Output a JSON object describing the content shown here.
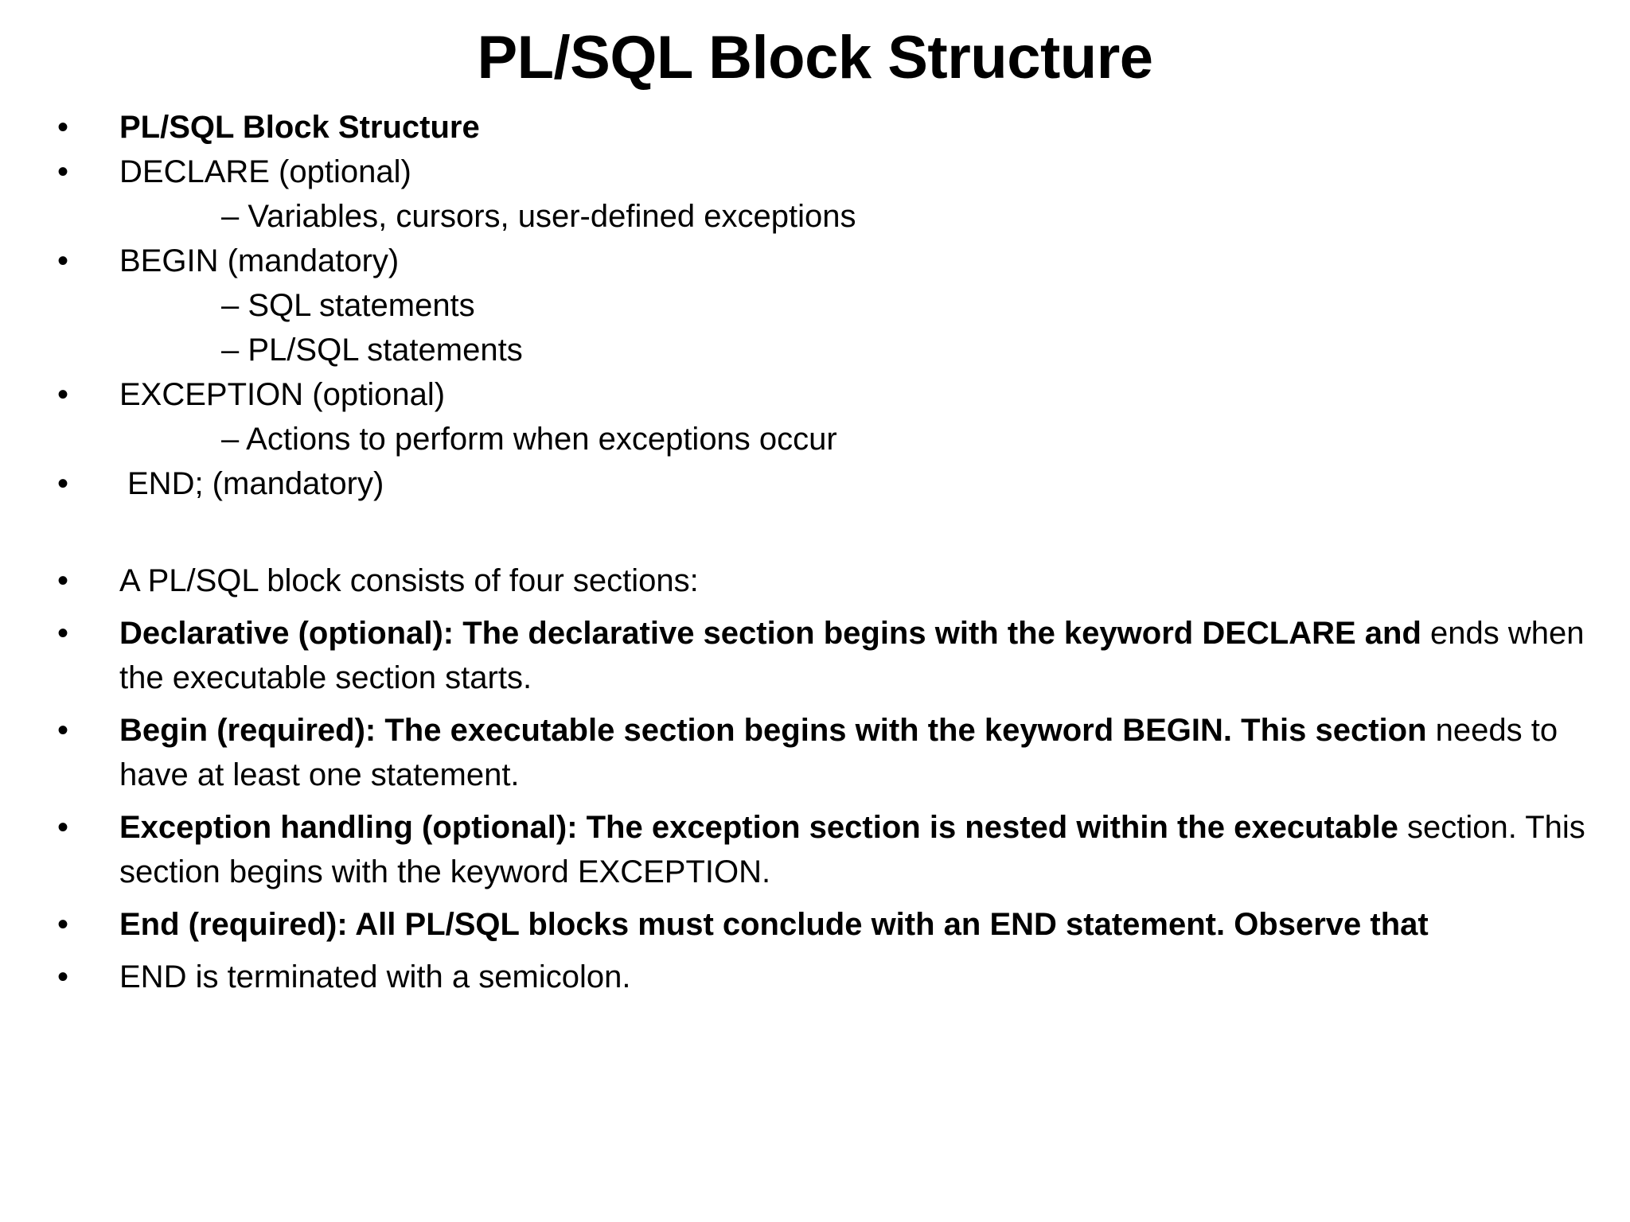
{
  "title": "PL/SQL Block Structure",
  "bullet_glyph": "•",
  "structure": {
    "heading": "PL/SQL Block Structure",
    "declare": "DECLARE (optional)",
    "declare_sub": "– Variables, cursors, user-defined exceptions",
    "begin": "BEGIN (mandatory)",
    "begin_sub_1": "– SQL statements",
    "begin_sub_2": "– PL/SQL statements",
    "exception": "EXCEPTION (optional)",
    "exception_sub": "– Actions to perform when exceptions occur",
    "end": "END; (mandatory)"
  },
  "sections": {
    "intro": "A PL/SQL block consists of four sections:",
    "declarative": {
      "bold": "Declarative (optional): The declarative section begins with the keyword DECLARE and",
      "normal": " ends when the executable section starts."
    },
    "begin": {
      "bold": "Begin (required): The executable section begins with the keyword BEGIN. This section",
      "normal": " needs to have at least one statement."
    },
    "exception": {
      "bold": "Exception handling (optional): The exception section is nested within the executable",
      "normal": " section. This section begins with the keyword EXCEPTION."
    },
    "end": {
      "bold": "End (required): All PL/SQL blocks must conclude with an END statement. Observe that"
    },
    "end_note": "END is terminated with a semicolon."
  }
}
